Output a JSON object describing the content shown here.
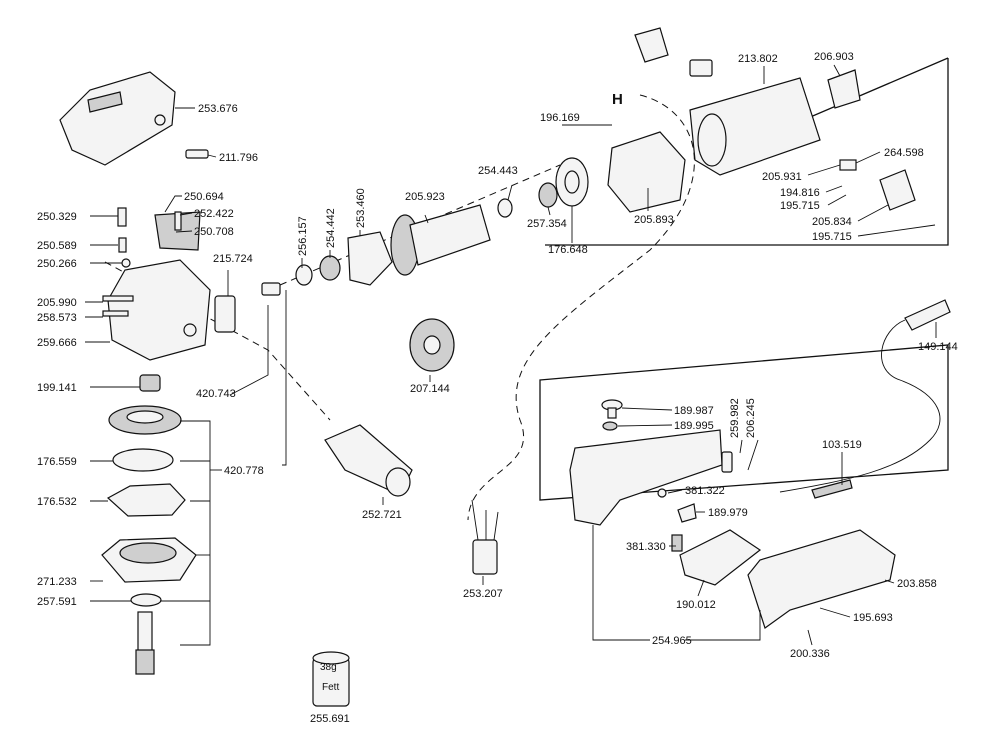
{
  "diagram": {
    "section_mark": "H",
    "grease": {
      "amount": "38g",
      "name": "Fett"
    },
    "labels": [
      "253.676",
      "211.796",
      "250.694",
      "252.422",
      "250.708",
      "250.329",
      "250.589",
      "250.266",
      "215.724",
      "205.990",
      "258.573",
      "259.666",
      "199.141",
      "420.743",
      "176.559",
      "420.778",
      "176.532",
      "271.233",
      "257.591",
      "255.691",
      "256.157",
      "254.442",
      "253.460",
      "205.923",
      "254.443",
      "207.144",
      "252.721",
      "196.169",
      "257.354",
      "176.648",
      "205.893",
      "213.802",
      "206.903",
      "264.598",
      "205.931",
      "194.816",
      "195.715",
      "205.834",
      "195.715",
      "149.144",
      "189.987",
      "189.995",
      "259.982",
      "206.245",
      "103.519",
      "381.322",
      "189.979",
      "381.330",
      "190.012",
      "203.858",
      "195.693",
      "200.336",
      "254.965",
      "253.207"
    ]
  }
}
